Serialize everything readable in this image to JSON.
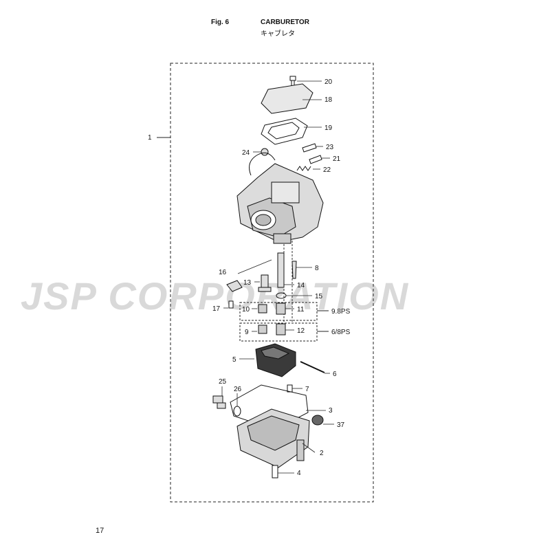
{
  "header": {
    "figure": "Fig. 6",
    "title": "CARBURETOR",
    "title_jp": "キャブレタ"
  },
  "page_number": "17",
  "watermark": "JSP CORPORATION",
  "callouts": [
    "1",
    "2",
    "3",
    "4",
    "5",
    "6",
    "7",
    "8",
    "9",
    "10",
    "11",
    "12",
    "13",
    "14",
    "15",
    "16",
    "17",
    "18",
    "19",
    "20",
    "21",
    "22",
    "23",
    "24",
    "25",
    "26",
    "37"
  ],
  "variant_groups": [
    "9.8PS",
    "6/8PS"
  ]
}
